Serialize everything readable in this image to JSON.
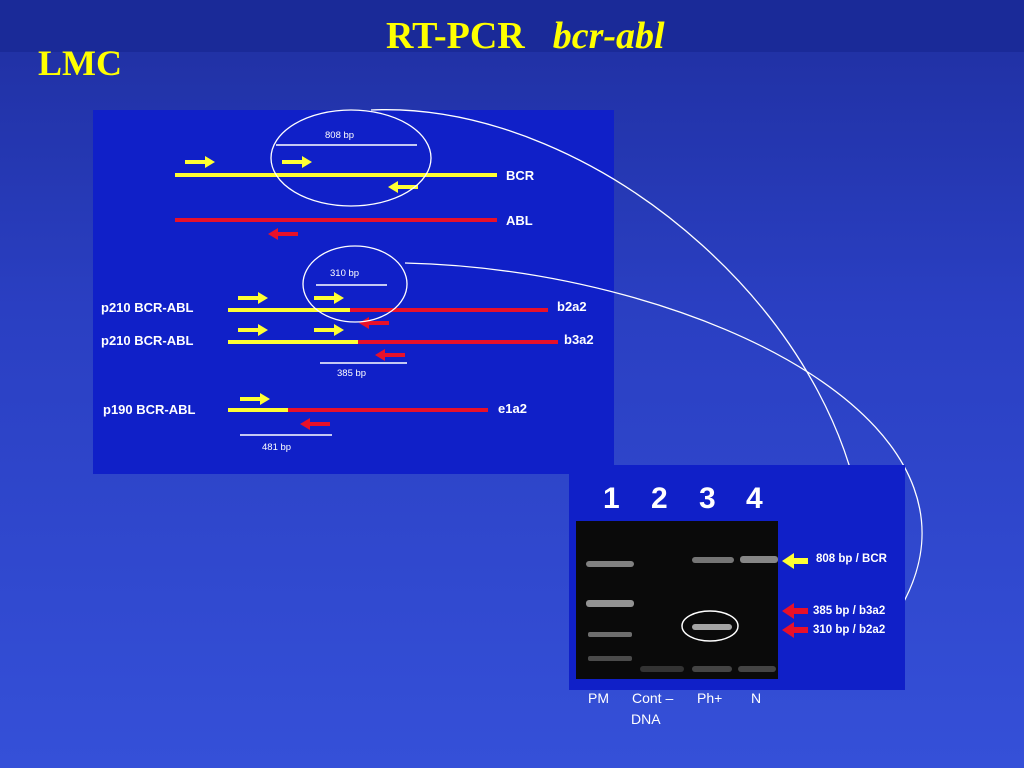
{
  "header": {
    "title_main": "RT-PCR",
    "title_italic": "bcr-abl",
    "corner_label": "LMC"
  },
  "diagram": {
    "size_808": "808 bp",
    "size_310": "310 bp",
    "size_385": "385 bp",
    "size_481": "481 bp",
    "gene_bcr": "BCR",
    "gene_abl": "ABL",
    "row1_label": "p210 BCR-ABL",
    "row1_junction": "b2a2",
    "row2_label": "p210 BCR-ABL",
    "row2_junction": "b3a2",
    "row3_label": "p190 BCR-ABL",
    "row3_junction": "e1a2"
  },
  "gel": {
    "lane_numbers": [
      "1",
      "2",
      "3",
      "4"
    ],
    "band_labels": [
      "808 bp / BCR",
      "385 bp / b3a2",
      "310 bp / b2a2"
    ],
    "lane_names": [
      "PM",
      "Cont –",
      "Ph+",
      "N"
    ],
    "lane2_sub": "DNA"
  },
  "colors": {
    "bcr": "#ffff33",
    "abl": "#e8102a",
    "title": "#ffff00",
    "panel": "#1020c8"
  }
}
